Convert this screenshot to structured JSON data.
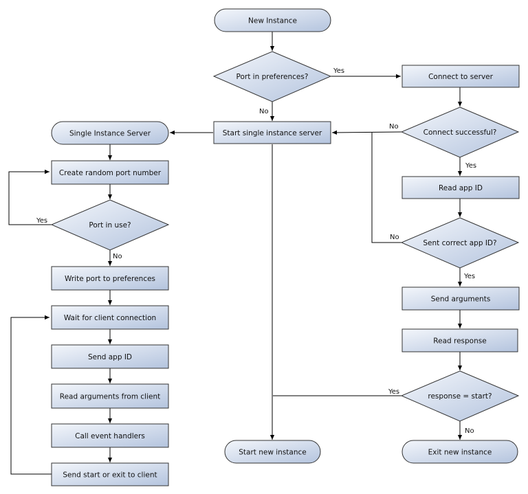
{
  "nodes": {
    "new_instance": "New Instance",
    "port_in_prefs": "Port in preferences?",
    "connect_to_server": "Connect to server",
    "start_single_instance_server": "Start single instance server",
    "single_instance_server": "Single Instance Server",
    "connect_successful": "Connect successful?",
    "create_random_port": "Create random port number",
    "read_app_id": "Read app ID",
    "port_in_use": "Port in use?",
    "sent_correct_app_id": "Sent correct app ID?",
    "write_port": "Write port to preferences",
    "send_arguments": "Send arguments",
    "wait_for_client": "Wait for client connection",
    "read_response": "Read response",
    "send_app_id": "Send app ID",
    "read_arguments": "Read arguments from client",
    "response_start": "response = start?",
    "call_event_handlers": "Call event handlers",
    "start_new_instance": "Start new instance",
    "exit_new_instance": "Exit new instance",
    "send_start_or_exit": "Send start or exit to client"
  },
  "edges": {
    "yes": "Yes",
    "no": "No"
  }
}
